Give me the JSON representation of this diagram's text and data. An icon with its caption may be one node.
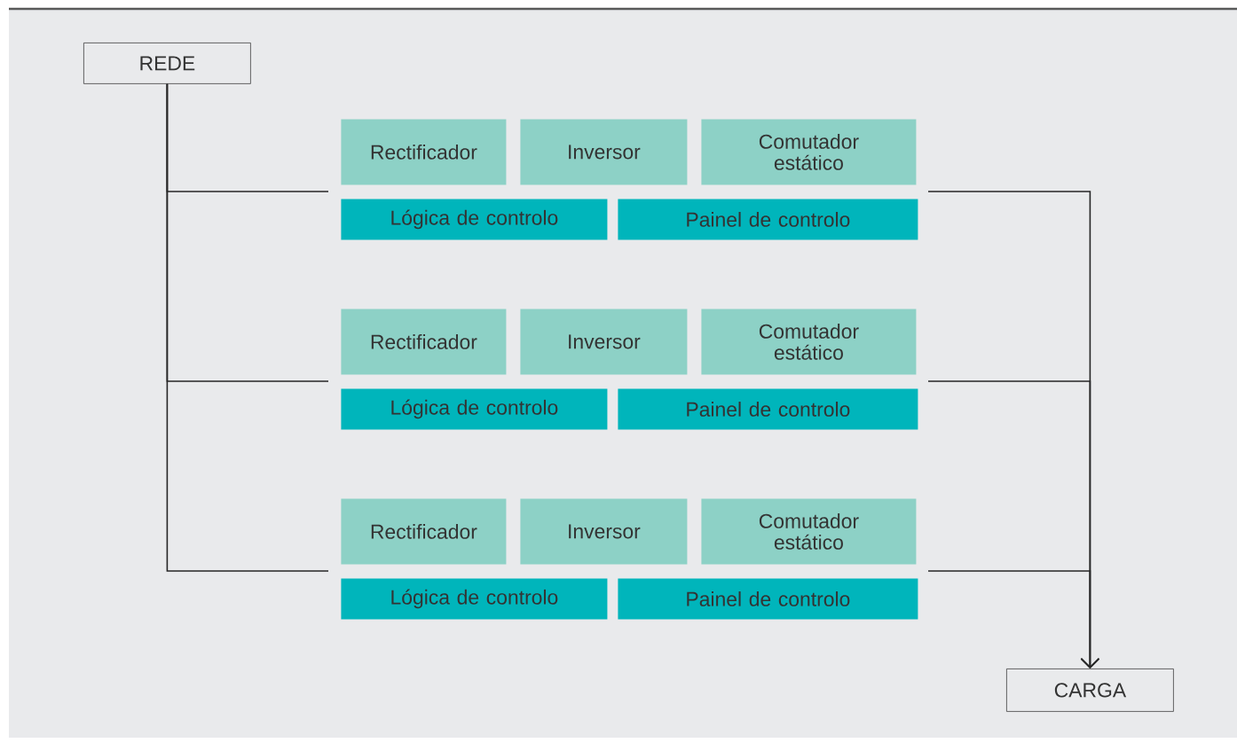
{
  "diagram": {
    "nodes": [
      {
        "text": [
          "REDE"
        ]
      },
      {
        "text": [
          "Rectificador"
        ]
      },
      {
        "text": [
          "Inversor"
        ]
      },
      {
        "text": [
          "Comutador estático"
        ]
      },
      {
        "text": [
          "Lógica de controlo"
        ]
      },
      {
        "text": [
          "Painel de controlo"
        ]
      },
      {
        "text": [
          "Rectificador"
        ]
      },
      {
        "text": [
          "Inversor"
        ]
      },
      {
        "text": [
          "Comutador estático"
        ]
      },
      {
        "text": [
          "Lógica de controlo"
        ]
      },
      {
        "text": [
          "Painel de controlo"
        ]
      },
      {
        "text": [
          "Rectificador"
        ]
      },
      {
        "text": [
          "Inversor"
        ]
      },
      {
        "text": [
          "Comutador estático"
        ]
      },
      {
        "text": [
          "Lógica de controlo"
        ]
      },
      {
        "text": [
          "Painel de controlo"
        ]
      },
      {
        "text": [
          "CARGA"
        ]
      }
    ],
    "edges": [
      {
        "from": 0,
        "to": 1,
        "arrow": "none"
      },
      {
        "from": 0,
        "to": 6,
        "arrow": "none"
      },
      {
        "from": 0,
        "to": 11,
        "arrow": "none"
      },
      {
        "from": 3,
        "to": 16,
        "arrow": "to"
      },
      {
        "from": 8,
        "to": 16,
        "arrow": "to"
      },
      {
        "from": 13,
        "to": 16,
        "arrow": "to"
      }
    ]
  }
}
